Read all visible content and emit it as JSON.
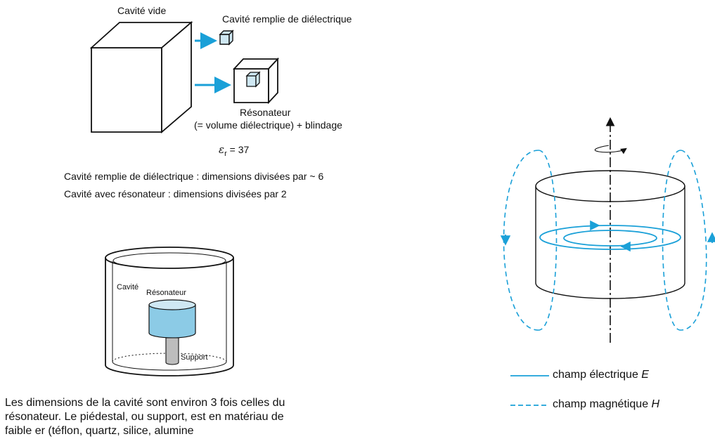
{
  "top_diagram": {
    "empty_cavity_label": "Cavité vide",
    "filled_cavity_label": "Cavité remplie de diélectrique",
    "resonator_label": "Résonateur",
    "resonator_sub_label": "(= volume diélectrique) + blindage",
    "permittivity_symbol": "ε",
    "permittivity_subscript": "r",
    "permittivity_value": "= 37"
  },
  "notes": {
    "line1": "Cavité remplie de diélectrique : dimensions divisées par ~ 6",
    "line2": "Cavité avec résonateur : dimensions divisées par 2"
  },
  "bottom_diagram": {
    "cavity_label": "Cavité",
    "resonator_label": "Résonateur",
    "support_label": "Support"
  },
  "caption": {
    "line1": "Les dimensions de la cavité sont environ 3 fois celles du",
    "line2": "résonateur. Le piédestal, ou support, est en matériau de",
    "line3": "faible er (téflon, quartz, silice, alumine"
  },
  "legend": {
    "electric_text": "champ électrique ",
    "electric_symbol": "E",
    "magnetic_text": "champ magnétique ",
    "magnetic_symbol": "H"
  },
  "colors": {
    "accent_blue": "#1aa0d8",
    "resonator_fill": "#8ccbe6",
    "small_cube_fill": "#cfe8f3",
    "support_fill": "#bdbdbd"
  }
}
